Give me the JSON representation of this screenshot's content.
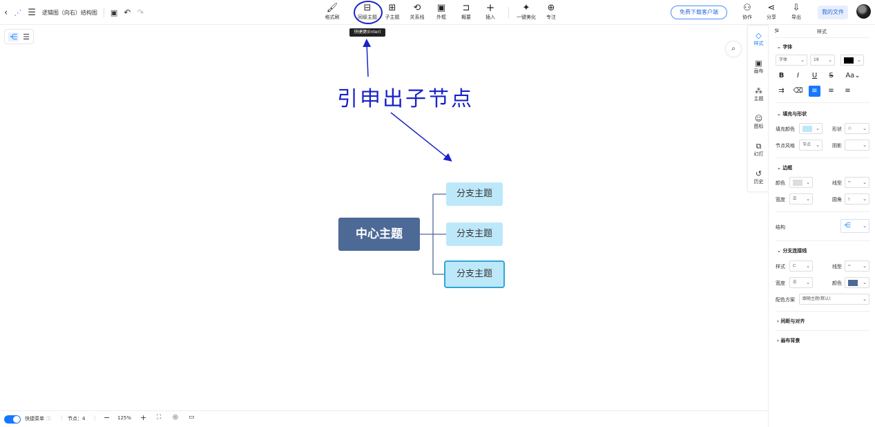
{
  "header": {
    "title": "逻辑图（向右）结构图",
    "tools": [
      {
        "label": "格式刷",
        "icon": "format-painter-icon",
        "glyph": "🖌"
      },
      {
        "label": "同级主题",
        "icon": "sibling-topic-icon",
        "glyph": "⊟"
      },
      {
        "label": "子主题",
        "icon": "child-topic-icon",
        "glyph": "⊞"
      },
      {
        "label": "关系线",
        "icon": "relation-line-icon",
        "glyph": "⟲"
      },
      {
        "label": "外框",
        "icon": "boundary-icon",
        "glyph": "▣"
      },
      {
        "label": "概要",
        "icon": "summary-icon",
        "glyph": "⊐"
      },
      {
        "label": "插入",
        "icon": "insert-icon",
        "glyph": "+"
      },
      {
        "label": "一键美化",
        "icon": "beautify-icon",
        "glyph": "✦"
      },
      {
        "label": "专注",
        "icon": "focus-icon",
        "glyph": "⊕"
      }
    ],
    "download_client": "免费下载客户端",
    "collaborate": "协作",
    "share": "分享",
    "export": "导出",
    "my_files": "我的文件",
    "tooltip": "快捷键(Enter)"
  },
  "canvas": {
    "annotation": "引申出子节点",
    "center_topic": "中心主题",
    "branches": [
      "分支主题",
      "分支主题",
      "分支主题"
    ]
  },
  "side_tabs": [
    {
      "label": "样式",
      "icon": "style-icon",
      "glyph": "◇"
    },
    {
      "label": "画布",
      "icon": "canvas-icon",
      "glyph": "▣"
    },
    {
      "label": "主题",
      "icon": "theme-icon",
      "glyph": "⁂"
    },
    {
      "label": "图标",
      "icon": "emoji-icon",
      "glyph": "☺"
    },
    {
      "label": "幻灯",
      "icon": "slideshow-icon",
      "glyph": "⧉"
    },
    {
      "label": "历史",
      "icon": "history-icon",
      "glyph": "↺"
    }
  ],
  "panel": {
    "title": "样式",
    "font_section": "字体",
    "font_family": "字体",
    "font_size": "18",
    "font_color": "#000000",
    "fill_section": "填充与形状",
    "fill_color_label": "填充颜色",
    "fill_color": "#bde8fa",
    "shape_label": "形状",
    "node_style_label": "节点风格",
    "node_style_value": "节点",
    "shadow_label": "阴影",
    "border_section": "边框",
    "border_color_label": "颜色",
    "border_color": "#dddddd",
    "border_linetype_label": "线型",
    "border_width_label": "宽度",
    "border_corner_label": "圆角",
    "structure_label": "结构",
    "branch_section": "分支连接线",
    "branch_style_label": "样式",
    "branch_linetype_label": "线型",
    "branch_width_label": "宽度",
    "branch_color_label": "颜色",
    "branch_color": "#4d6996",
    "scheme_label": "配色方案",
    "scheme_value": "跟随主题(默认)",
    "spacing_section": "间距与对齐",
    "bg_section": "画布背景"
  },
  "statusbar": {
    "quick_menu": "快捷菜单",
    "nodes": "节点：4",
    "zoom": "125%"
  },
  "colors": {
    "accent": "#1677ff",
    "annotation": "#1a22c8",
    "center_node": "#4d6996",
    "branch_node": "#bde8fa"
  }
}
